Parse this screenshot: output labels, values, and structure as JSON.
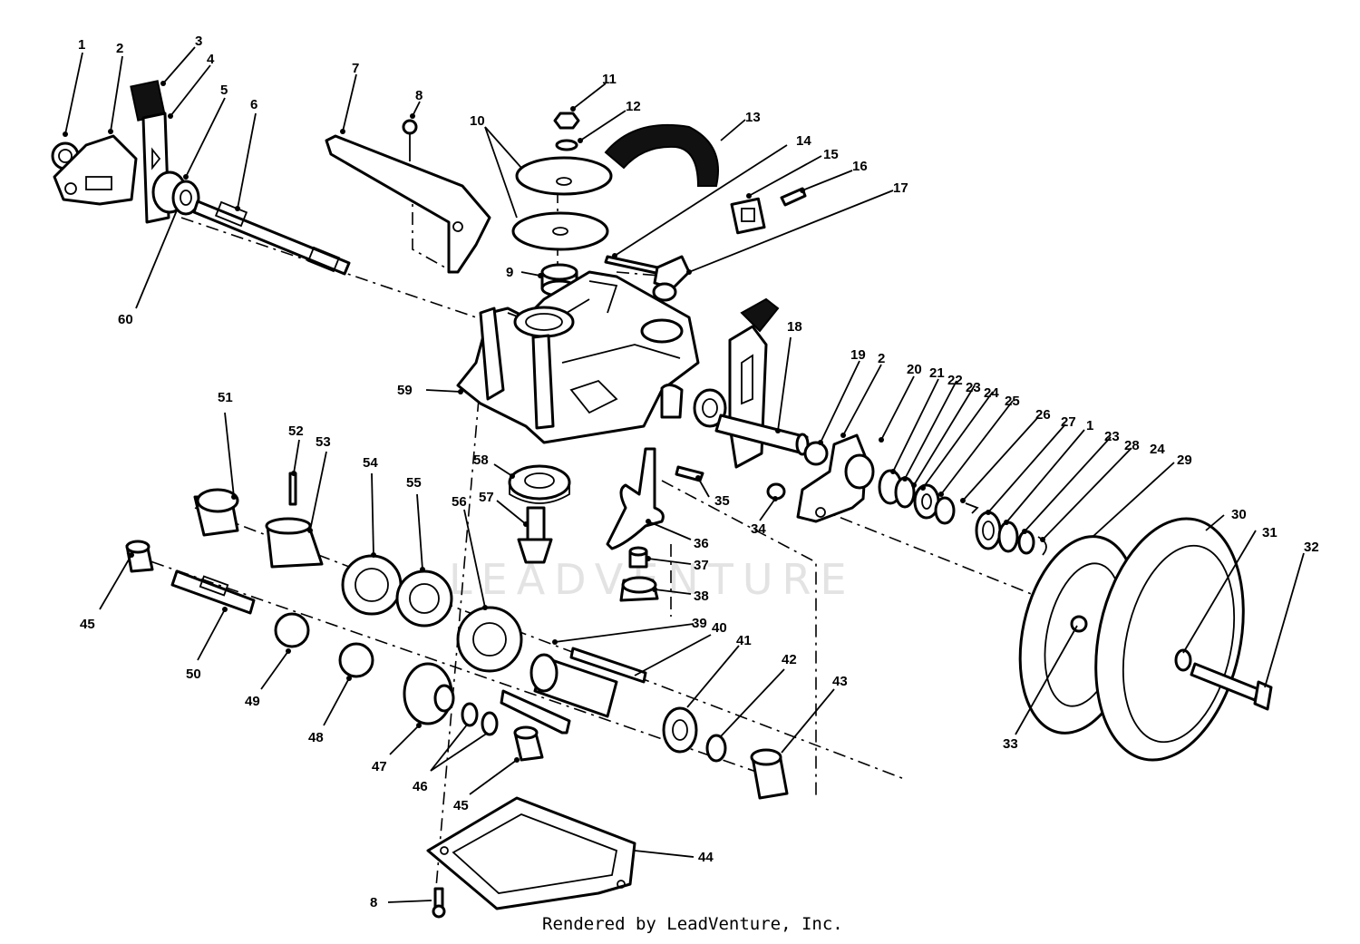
{
  "credit": "Rendered by LeadVenture, Inc.",
  "watermark": "LEADVENTURE",
  "colors": {
    "line": "#000000",
    "background": "#ffffff",
    "watermark": "#e3e3e3"
  },
  "callouts": [
    "1",
    "2",
    "3",
    "4",
    "5",
    "6",
    "60",
    "7",
    "8",
    "10",
    "11",
    "12",
    "13",
    "14",
    "15",
    "16",
    "17",
    "9",
    "59",
    "18",
    "19",
    "2",
    "20",
    "21",
    "22",
    "23",
    "24",
    "25",
    "26",
    "27",
    "1",
    "23",
    "28",
    "24",
    "29",
    "30",
    "31",
    "32",
    "33",
    "58",
    "57",
    "35",
    "34",
    "36",
    "37",
    "38",
    "51",
    "52",
    "53",
    "54",
    "55",
    "56",
    "45",
    "50",
    "49",
    "48",
    "47",
    "46",
    "45",
    "39",
    "40",
    "41",
    "42",
    "43",
    "44",
    "8"
  ]
}
